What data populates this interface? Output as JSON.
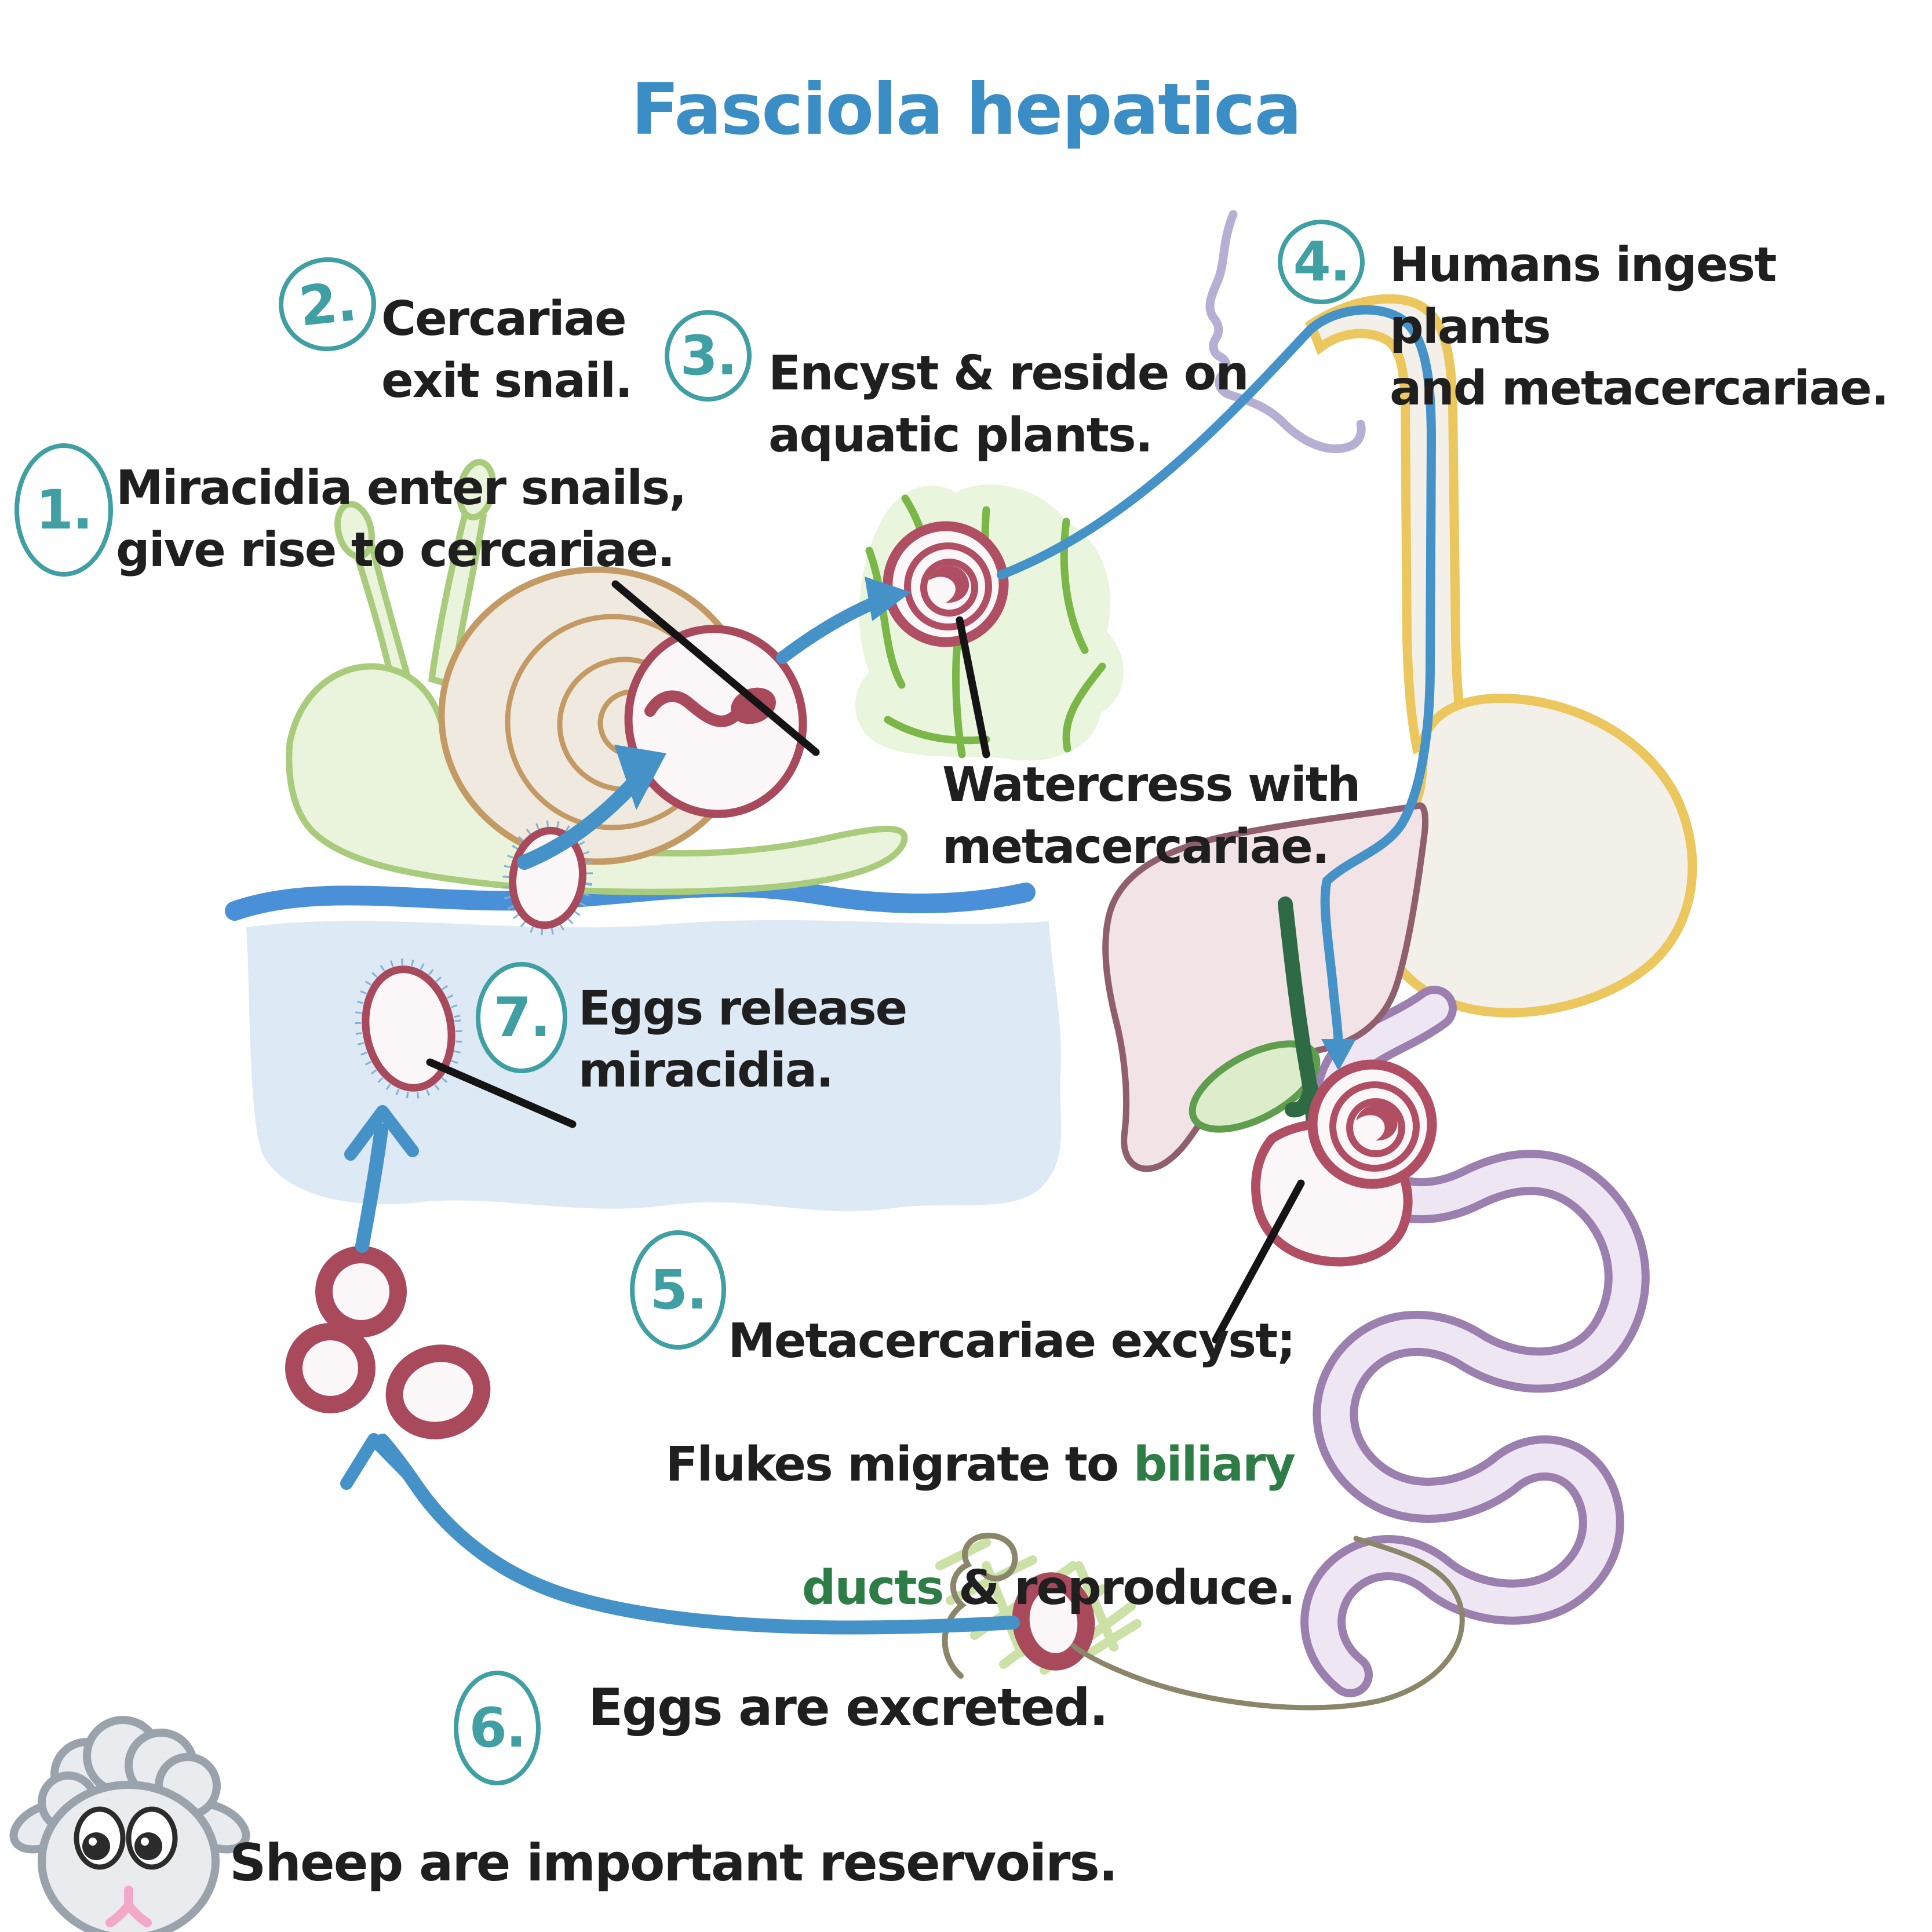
{
  "title": "Fasciola hepatica",
  "steps": [
    {
      "num": "1.",
      "label": "Miracidia enter snails,\ngive rise to cercariae."
    },
    {
      "num": "2.",
      "label": "Cercariae\nexit snail."
    },
    {
      "num": "3.",
      "label": "Encyst & reside on\naquatic plants."
    },
    {
      "num": "4.",
      "label": "Humans ingest plants\nand metacercariae."
    },
    {
      "num": "5.",
      "parts": {
        "line1": "Metacercariae excyst;",
        "line2a": "Flukes migrate to ",
        "line2b": "biliary",
        "line3a": "ducts",
        "line3b": " & reproduce."
      }
    },
    {
      "num": "6.",
      "label": "Eggs are excreted."
    },
    {
      "num": "7.",
      "label": "Eggs release\nmiracidia."
    }
  ],
  "annotations": {
    "watercress": "Watercress with\nmetacercariae.",
    "sheep": "Sheep are important reservoirs."
  },
  "palette": {
    "title-blue": "#3b8dc6",
    "teal": "#3f9fa3",
    "ink": "#1f1f1f",
    "green-text": "#2e7d46",
    "arrow-blue": "#4592c8",
    "water-line": "#4a90d9",
    "water-fill": "#dde9f5",
    "maroon": "#a8495c",
    "cyst-maroon": "#b04f63",
    "egg-fill": "#fbf6f8",
    "cilia-blue": "#7fb3d6",
    "snail-stroke": "#a9cb7c",
    "snail-fill": "#eaf4dc",
    "shell-stroke": "#c49a64",
    "shell-fill": "#efe9e0",
    "leaf-stroke": "#7ab648",
    "leaf-fill": "#e9f5dc",
    "lavender": "#b7aed4",
    "gi-yellow": "#ecc75e",
    "gi-fill": "#f3f0e9",
    "liver-stroke": "#8f5f6e",
    "liver-fill": "#f2e3e7",
    "gb-stroke": "#5f9e4c",
    "gb-fill": "#ddeccb",
    "bile-green": "#2e6b45",
    "gut-stroke": "#9b7fae",
    "gut-fill": "#efe6f4",
    "olive": "#8b8569",
    "grass-green": "#cbe1a6",
    "sheep-gray": "#9aa2ac",
    "sheep-fill": "#e9ebee",
    "pink": "#f2a8c8"
  }
}
